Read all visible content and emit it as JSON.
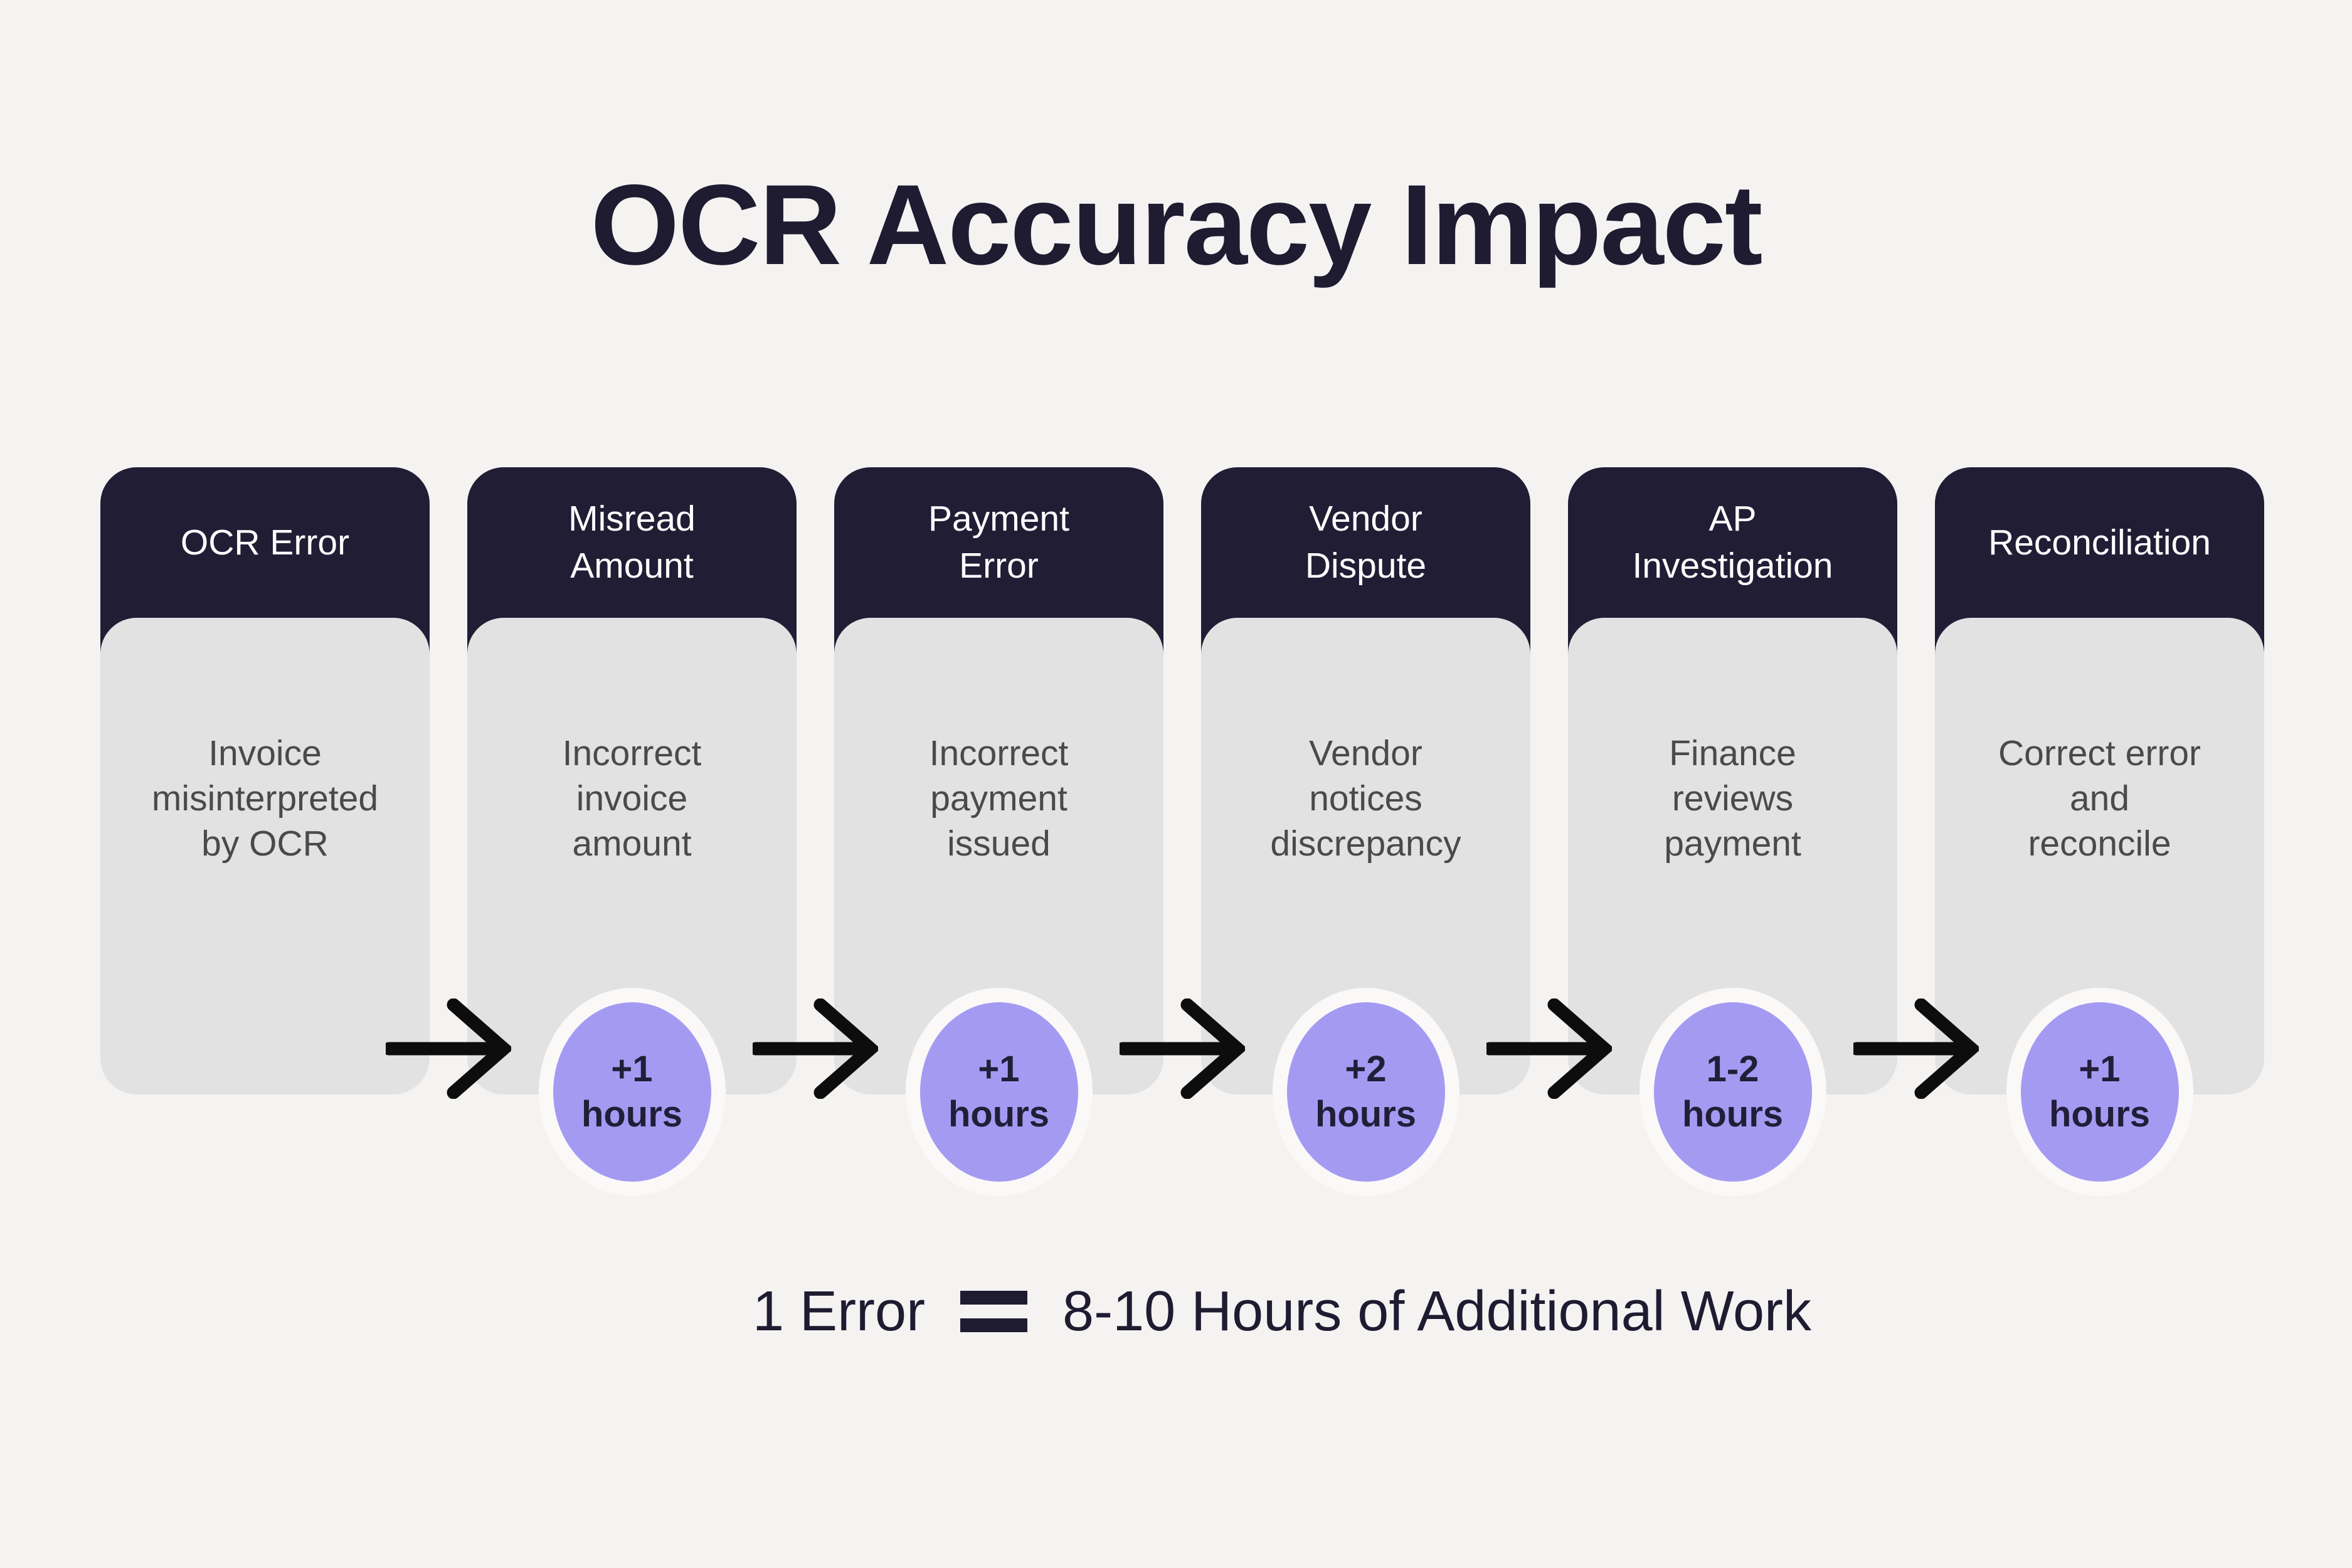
{
  "title": "OCR Accuracy Impact",
  "colors": {
    "background": "#f4f3f2",
    "card_header_bg": "#211d35",
    "card_body_bg": "#e3e2e2",
    "header_text": "#ffffff",
    "body_text": "#4a4a4a",
    "badge_bg": "#a59af2",
    "badge_ring": "#faf9f8",
    "badge_text": "#221e38",
    "arrow": "#0d0d0d",
    "accent_text": "#1f1b31"
  },
  "steps": [
    {
      "header_lines": [
        "OCR Error"
      ],
      "body_lines": [
        "Invoice",
        "misinterpreted",
        "by OCR"
      ],
      "badge_lines": []
    },
    {
      "header_lines": [
        "Misread",
        "Amount"
      ],
      "body_lines": [
        "Incorrect",
        "invoice",
        "amount"
      ],
      "badge_lines": [
        "+1",
        "hours"
      ]
    },
    {
      "header_lines": [
        "Payment",
        "Error"
      ],
      "body_lines": [
        "Incorrect",
        "payment",
        "issued"
      ],
      "badge_lines": [
        "+1",
        "hours"
      ]
    },
    {
      "header_lines": [
        "Vendor",
        "Dispute"
      ],
      "body_lines": [
        "Vendor",
        "notices",
        "discrepancy"
      ],
      "badge_lines": [
        "+2",
        "hours"
      ]
    },
    {
      "header_lines": [
        "AP",
        "Investigation"
      ],
      "body_lines": [
        "Finance",
        "reviews",
        "payment"
      ],
      "badge_lines": [
        "1-2",
        "hours"
      ]
    },
    {
      "header_lines": [
        "Reconciliation"
      ],
      "body_lines": [
        "Correct error",
        "and",
        "reconcile"
      ],
      "badge_lines": [
        "+1",
        "hours"
      ]
    }
  ],
  "summary": {
    "left_text": "1 Error",
    "right_text": "8-10 Hours of Additional Work"
  }
}
